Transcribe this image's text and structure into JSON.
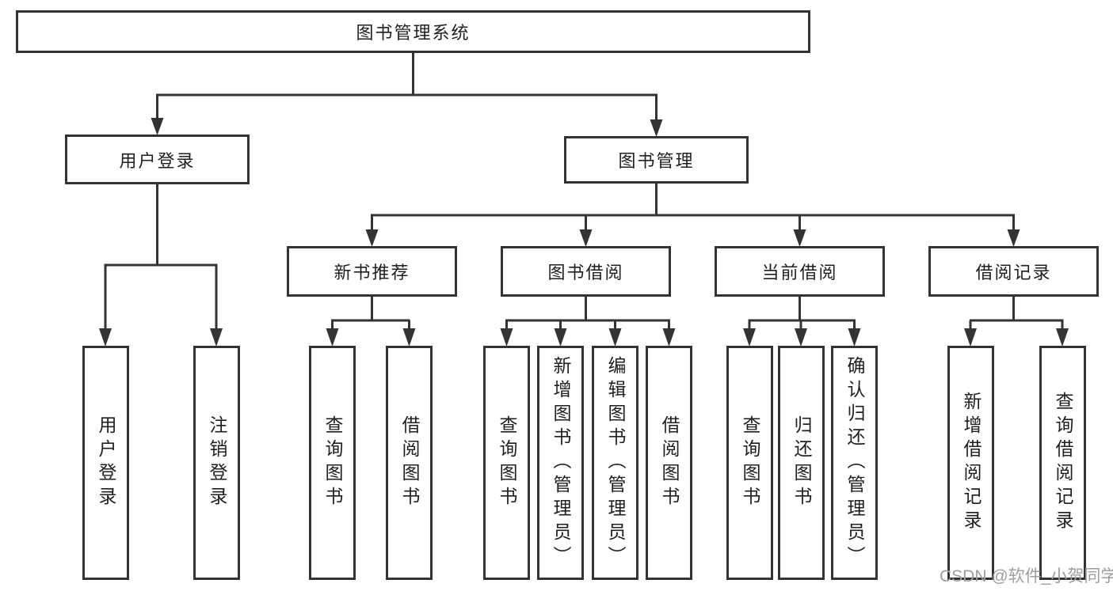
{
  "diagram": {
    "root": "图书管理系统",
    "level2": [
      "用户登录",
      "图书管理"
    ],
    "level3": [
      "新书推荐",
      "图书借阅",
      "当前借阅",
      "借阅记录"
    ],
    "leaves_user_login": [
      "用户登录",
      "注销登录"
    ],
    "leaves_new_books": [
      "查询图书",
      "借阅图书"
    ],
    "leaves_book_borrow": [
      "查询图书",
      "新增图书（管理员）",
      "编辑图书（管理员）",
      "借阅图书"
    ],
    "leaves_current_borrow": [
      "查询图书",
      "归还图书",
      "确认归还（管理员）"
    ],
    "leaves_borrow_records": [
      "新增借阅记录",
      "查询借阅记录"
    ]
  },
  "watermark": "CSDN @软件_小贺同学",
  "colors": {
    "line": "#333333",
    "box_border": "#333333",
    "text": "#1f1f1f",
    "watermark": "#9e9e9e",
    "background": "#ffffff"
  }
}
